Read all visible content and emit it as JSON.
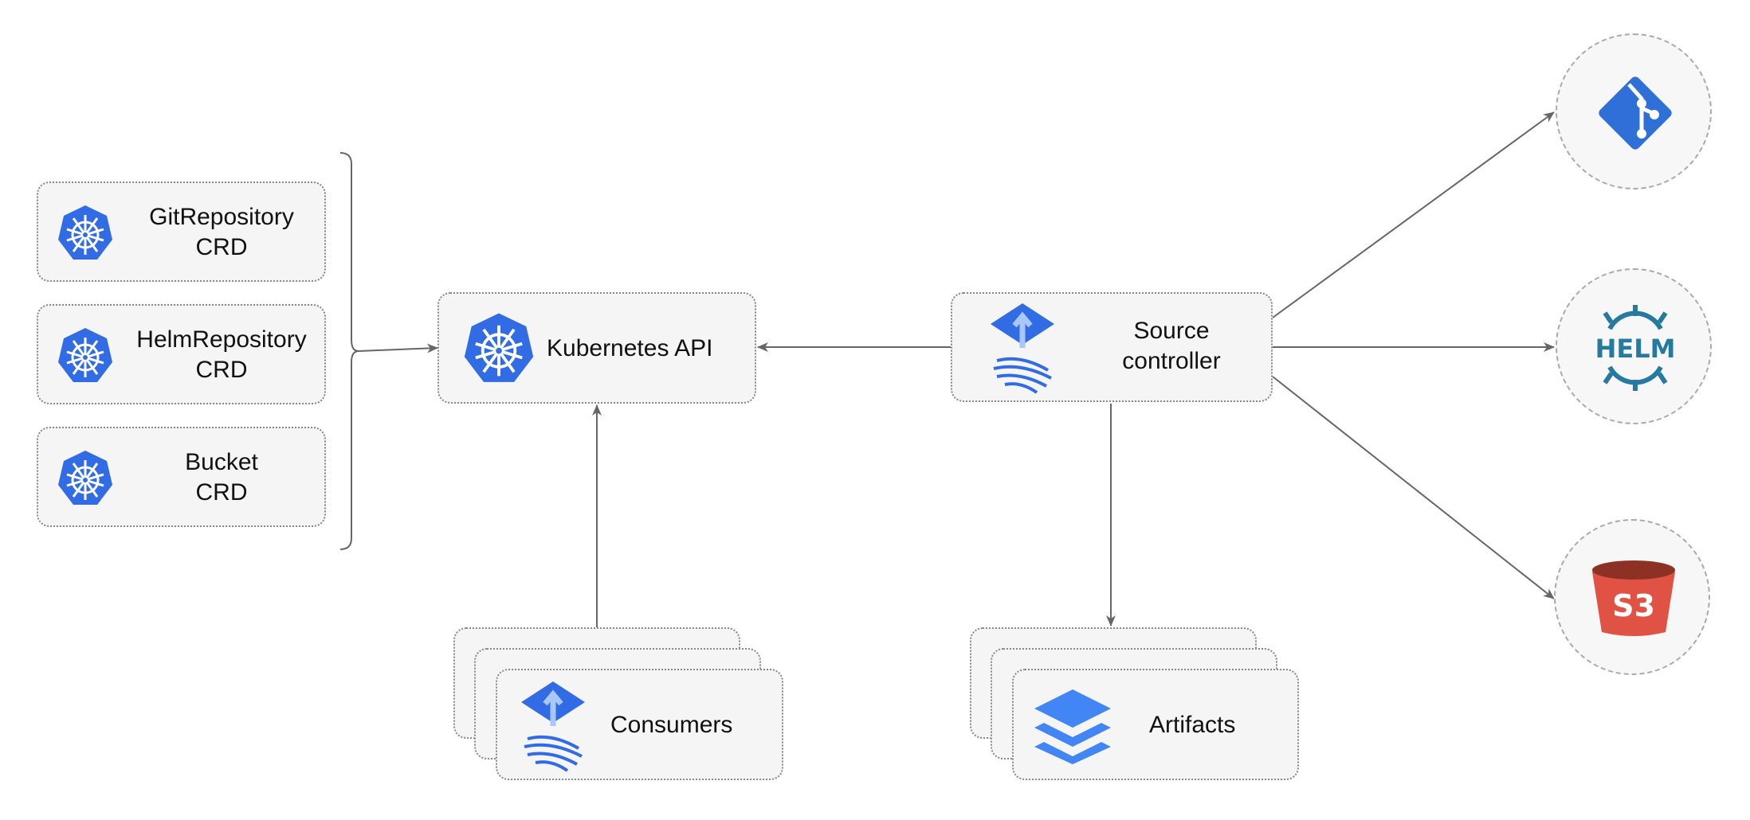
{
  "crds": [
    {
      "line1": "GitRepository",
      "line2": "CRD"
    },
    {
      "line1": "HelmRepository",
      "line2": "CRD"
    },
    {
      "line1": "Bucket",
      "line2": "CRD"
    }
  ],
  "kubernetes_api": {
    "label": "Kubernetes API",
    "icon": "kubernetes-icon"
  },
  "source_controller": {
    "line1": "Source",
    "line2": "controller",
    "icon": "flux-icon"
  },
  "consumers": {
    "label": "Consumers",
    "icon": "flux-icon"
  },
  "artifacts": {
    "label": "Artifacts",
    "icon": "layers-icon"
  },
  "sources": [
    {
      "icon": "git-icon"
    },
    {
      "icon": "helm-icon",
      "text": "HELM"
    },
    {
      "icon": "s3-icon",
      "text": "S3"
    }
  ],
  "colors": {
    "kubernetes": "#326ce5",
    "git": "#2f6fd8",
    "helm": "#277a9f",
    "s3": "#e05243",
    "box_bg": "#f5f5f5",
    "line": "#666666"
  }
}
